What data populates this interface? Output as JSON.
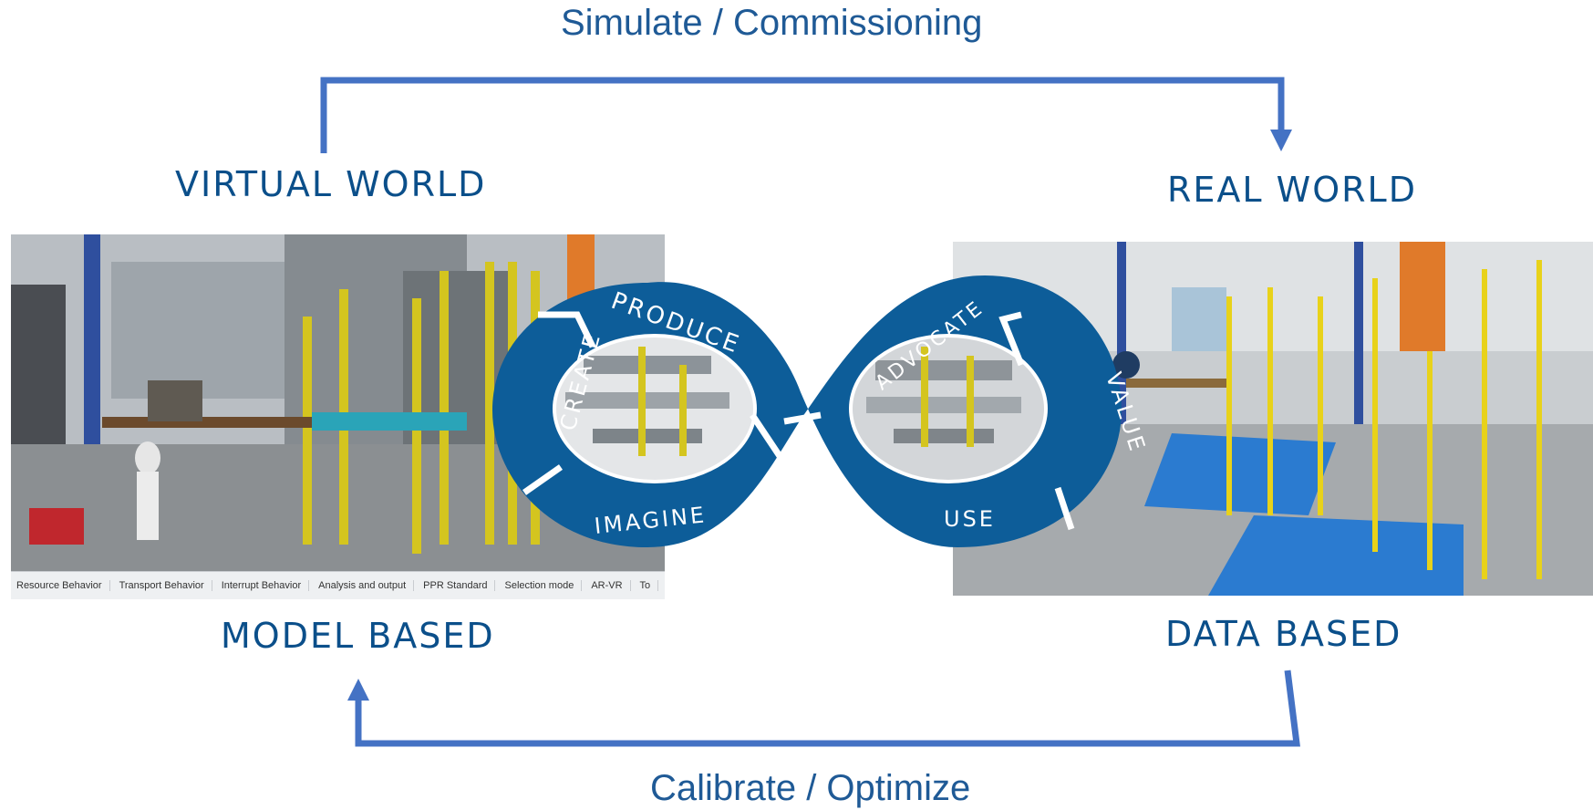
{
  "captions": {
    "top": "Simulate / Commissioning",
    "bottom": "Calibrate / Optimize"
  },
  "labels": {
    "virtual_world": "VIRTUAL  WORLD",
    "real_world": "REAL WORLD",
    "model_based": "MODEL BASED",
    "data_based": "DATA BASED"
  },
  "loop": {
    "produce": "PRODUCE",
    "create": "CREATE",
    "imagine": "IMAGINE",
    "advocate": "ADVOCATE",
    "value": "VALUE",
    "use": "USE"
  },
  "toolbar_tabs": [
    "Resource Behavior",
    "Transport Behavior",
    "Interrupt Behavior",
    "Analysis and output",
    "PPR Standard",
    "Selection mode",
    "AR-VR",
    "To"
  ],
  "colors": {
    "arrow": "#4472c4",
    "loop_blue": "#0d5d99",
    "label_blue": "#0b4f8a",
    "caption_blue": "#1f5a96"
  }
}
